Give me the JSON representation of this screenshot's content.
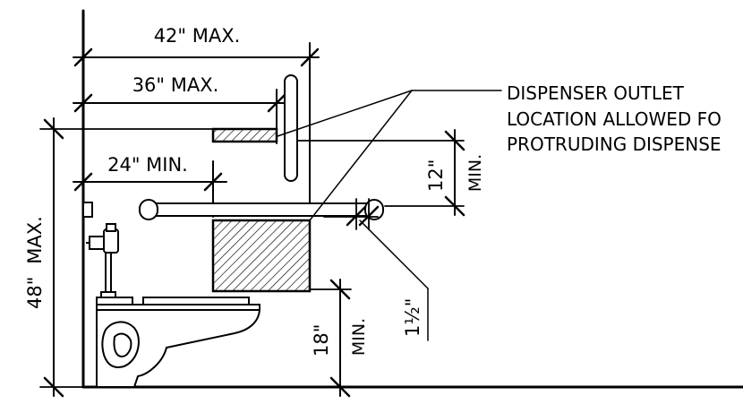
{
  "dimensions": {
    "max_42": "42\" MAX.",
    "max_36": "36\" MAX.",
    "min_24": "24\" MIN.",
    "max_48_value": "48\"",
    "max_48_label": "MAX.",
    "min_12_value": "12\"",
    "min_12_label": "MIN.",
    "min_18_value": "18\"",
    "min_18_label": "MIN.",
    "clearance_1_5": "1½\""
  },
  "note": {
    "line1": "DISPENSER OUTLET",
    "line2": "LOCATION ALLOWED FO",
    "line3": "PROTRUDING DISPENSE"
  }
}
